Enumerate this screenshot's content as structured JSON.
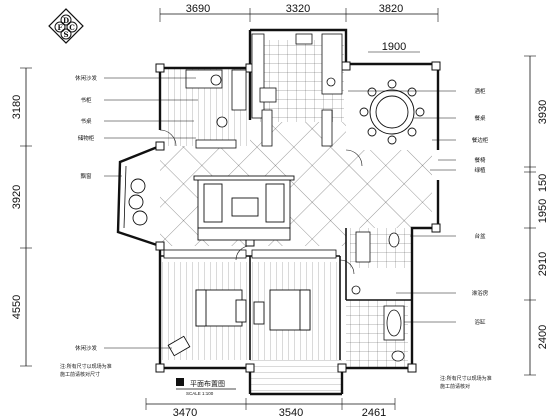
{
  "logo": {
    "letters": [
      "D",
      "F",
      "C",
      "S"
    ]
  },
  "dimensions": {
    "top": [
      "3690",
      "3320",
      "3820"
    ],
    "balcony": "1900",
    "left": [
      "3180",
      "3920",
      "4550"
    ],
    "right": [
      "3930",
      "150",
      "1950",
      "2910",
      "2400"
    ],
    "bottom": [
      "3470",
      "3540",
      "2461"
    ]
  },
  "labels_left": [
    "休闲沙发",
    "书柜",
    "书桌",
    "储物柜",
    "飘窗",
    "休闲沙发"
  ],
  "labels_right": [
    "酒柜",
    "餐桌",
    "餐边柜",
    "餐椅",
    "绿植",
    "台盆",
    "淋浴房",
    "浴缸"
  ],
  "notes": {
    "left": [
      "注:所有尺寸以现场为准",
      "施工前请核对尺寸"
    ],
    "right": [
      "注:所有尺寸以现场为准",
      "施工前请核对"
    ]
  },
  "title": "平面布置图",
  "scale": "SCALE 1:100"
}
